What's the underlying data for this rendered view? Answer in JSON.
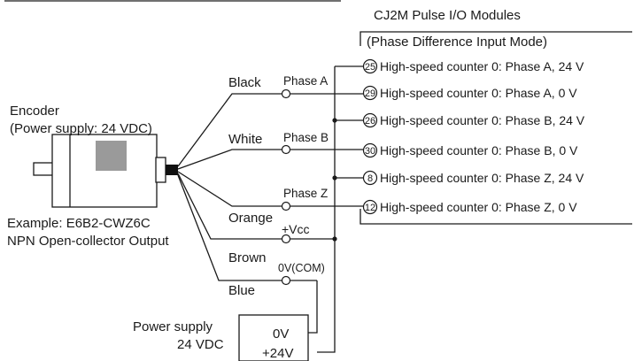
{
  "module": {
    "title": "CJ2M Pulse I/O Modules",
    "mode": "(Phase Difference Input Mode)",
    "terminals": [
      {
        "pin": "25",
        "label": "High-speed counter 0: Phase A, 24 V"
      },
      {
        "pin": "29",
        "label": "High-speed counter 0: Phase A, 0 V"
      },
      {
        "pin": "26",
        "label": "High-speed counter 0: Phase B, 24 V"
      },
      {
        "pin": "30",
        "label": "High-speed counter 0: Phase B, 0 V"
      },
      {
        "pin": "8",
        "label": "High-speed counter 0: Phase Z, 24 V"
      },
      {
        "pin": "12",
        "label": "High-speed counter 0: Phase Z, 0 V"
      }
    ]
  },
  "encoder": {
    "title": "Encoder",
    "supply": "(Power supply: 24 VDC)",
    "example": "Example: E6B2-CWZ6C",
    "output": "NPN Open-collector Output"
  },
  "wires": {
    "black": "Black",
    "white": "White",
    "orange": "Orange",
    "brown": "Brown",
    "blue": "Blue"
  },
  "signals": {
    "phase_a": "Phase A",
    "phase_b": "Phase B",
    "phase_z": "Phase Z",
    "vcc": "+Vcc",
    "com": "0V(COM)"
  },
  "power_supply": {
    "label": "Power supply",
    "voltage": "24 VDC",
    "zero": "0V",
    "plus": "+24V"
  }
}
